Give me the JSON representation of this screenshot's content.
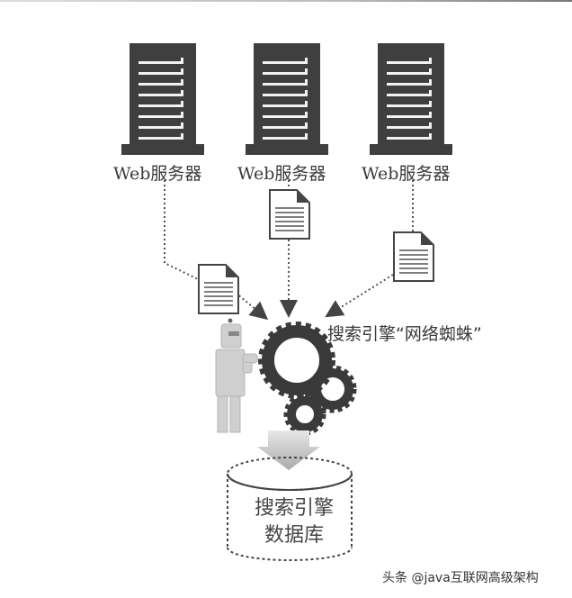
{
  "diagram": {
    "servers": [
      {
        "label": "Web服务器"
      },
      {
        "label": "Web服务器"
      },
      {
        "label": "Web服务器"
      }
    ],
    "spider_label": "搜索引擎“网络蜘蛛”",
    "database": {
      "line1": "搜索引擎",
      "line2": "数据库"
    },
    "colors": {
      "server": "#3f3f3f",
      "gear": "#3a3a3a",
      "arrow": "#555555",
      "robot": "#c8c8c8"
    }
  },
  "watermark": "头条 @java互联网高级架构"
}
